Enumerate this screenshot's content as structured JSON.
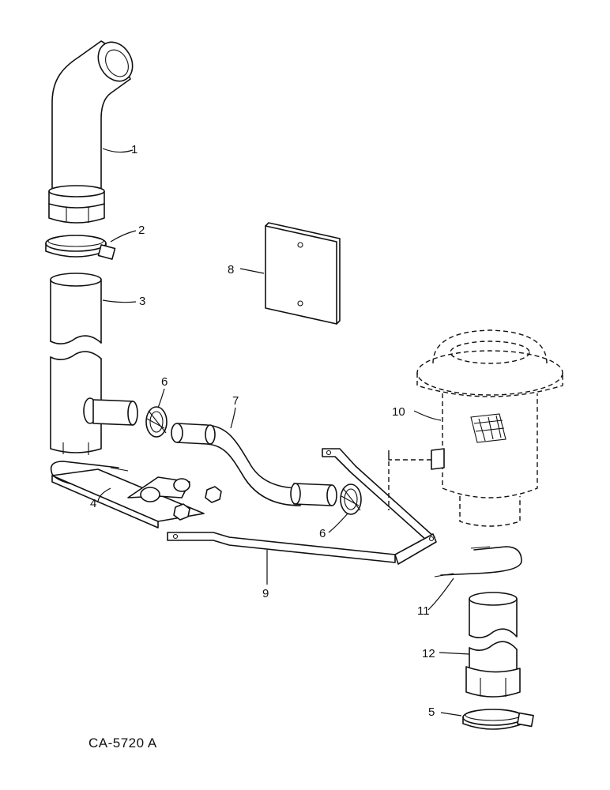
{
  "diagram": {
    "drawing_code": "CA-5720 A",
    "callouts": [
      {
        "id": "callout-1",
        "text": "1"
      },
      {
        "id": "callout-2",
        "text": "2"
      },
      {
        "id": "callout-3",
        "text": "3"
      },
      {
        "id": "callout-4",
        "text": "4"
      },
      {
        "id": "callout-5",
        "text": "5"
      },
      {
        "id": "callout-6a",
        "text": "6"
      },
      {
        "id": "callout-6b",
        "text": "6"
      },
      {
        "id": "callout-7",
        "text": "7"
      },
      {
        "id": "callout-8",
        "text": "8"
      },
      {
        "id": "callout-9",
        "text": "9"
      },
      {
        "id": "callout-10",
        "text": "10"
      },
      {
        "id": "callout-11",
        "text": "11"
      },
      {
        "id": "callout-12",
        "text": "12"
      }
    ]
  }
}
